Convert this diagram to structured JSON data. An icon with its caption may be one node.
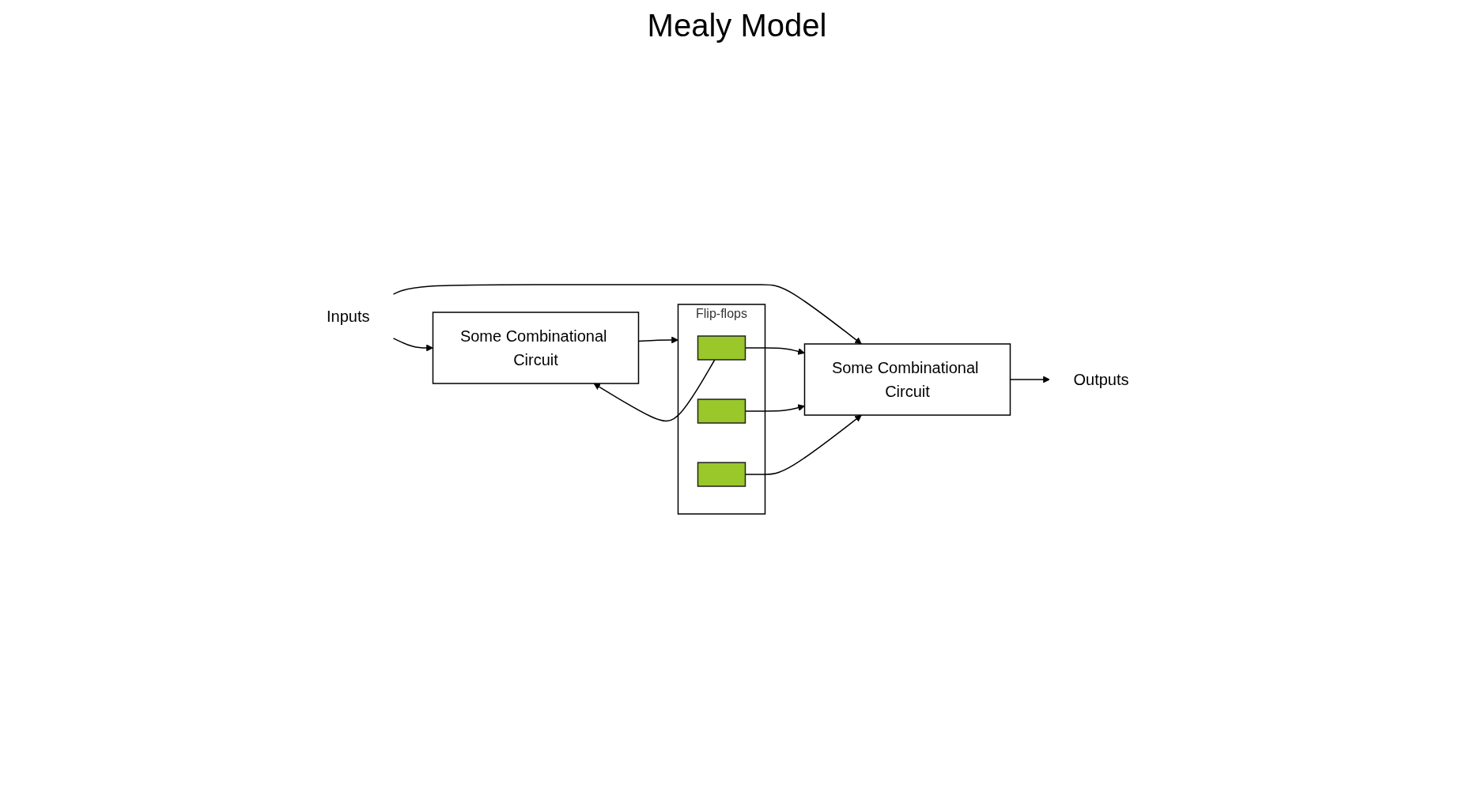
{
  "diagram": {
    "title": "Mealy Model",
    "nodes": [
      {
        "text": [
          "Inputs"
        ]
      },
      {
        "text": [
          "Some Combinational Circuit"
        ]
      },
      {
        "text": [
          "Flip-flops"
        ]
      },
      {
        "text": [],
        "shape": "box",
        "in": 2
      },
      {
        "text": [],
        "shape": "box",
        "in": 2
      },
      {
        "text": [],
        "shape": "box",
        "in": 2
      },
      {
        "text": [
          "Some Combinational Circuit"
        ]
      },
      {
        "text": [
          "Outputs"
        ]
      }
    ],
    "edges": [
      {
        "from": 0,
        "to": 1,
        "arrow": "to"
      },
      {
        "from": 0,
        "to": 6,
        "arrow": "to"
      },
      {
        "from": 1,
        "to": 2,
        "arrow": "to"
      },
      {
        "from": 3,
        "to": 6,
        "arrow": "to"
      },
      {
        "from": 4,
        "to": 6,
        "arrow": "to"
      },
      {
        "from": 5,
        "to": 6,
        "arrow": "to"
      },
      {
        "from": 3,
        "to": 1,
        "arrow": "to"
      },
      {
        "from": 6,
        "to": 7,
        "arrow": "to"
      }
    ]
  }
}
